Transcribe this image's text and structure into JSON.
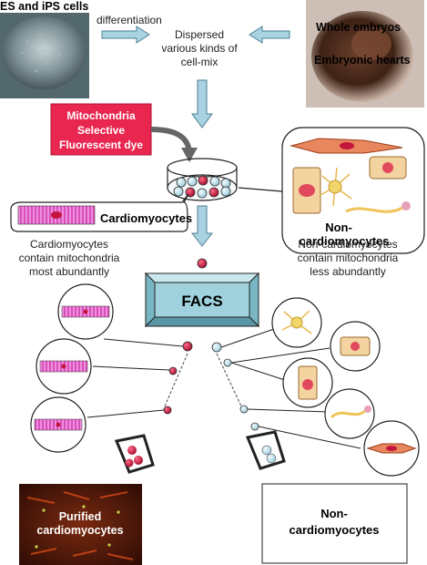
{
  "labels": {
    "es_ips": "ES and iPS cells",
    "differentiation": "differentiation",
    "dispersed_1": "Dispersed",
    "dispersed_2": "various kinds of",
    "dispersed_3": "cell-mix",
    "whole_embryos": "Whole embryos",
    "embryonic_hearts": "Embryonic hearts",
    "dye_1": "Mitochondria",
    "dye_2": "Selective",
    "dye_3": "Fluorescent dye",
    "cardiomyocytes": "Cardiomyocytes",
    "noncardio_1": "Non-",
    "noncardio_2": "cardiomyocytes",
    "cardio_desc_1": "Cardiomyocytes",
    "cardio_desc_2": "contain mitochondria",
    "cardio_desc_3": "most abundantly",
    "noncardio_desc_1": "Non-cardiomyocytes",
    "noncardio_desc_2": "contain mitochondria",
    "noncardio_desc_3": "less abundantly",
    "facs": "FACS",
    "purified_1": "Purified",
    "purified_2": "cardiomyocytes",
    "final_noncardio_1": "Non-",
    "final_noncardio_2": "cardiomyocytes"
  },
  "colors": {
    "arrow_fill": "#a9d3e0",
    "arrow_stroke": "#4a7f93",
    "dye_box": "#e8264f",
    "facs_fill": "#9fd2dc",
    "cardio_pink": "#e060c8",
    "cell_red": "#c4163c",
    "cell_blue": "#bfe0ea"
  }
}
